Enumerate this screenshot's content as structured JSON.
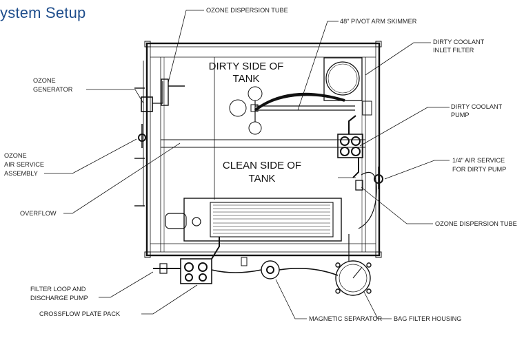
{
  "title": "ystem Setup",
  "tank_labels": {
    "dirty_line1": "DIRTY SIDE OF",
    "dirty_line2": "TANK",
    "clean_line1": "CLEAN SIDE OF",
    "clean_line2": "TANK"
  },
  "callouts": {
    "ozone_dispersion_tube_top": "OZONE DISPERSION TUBE",
    "pivot_arm_skimmer": "48\" PIVOT ARM SKIMMER",
    "dirty_coolant_inlet_filter_1": "DIRTY COOLANT",
    "dirty_coolant_inlet_filter_2": "INLET FILTER",
    "ozone_generator_1": "OZONE",
    "ozone_generator_2": "GENERATOR",
    "dirty_coolant_pump_1": "DIRTY COOLANT",
    "dirty_coolant_pump_2": "PUMP",
    "ozone_air_service_1": "OZONE",
    "ozone_air_service_2": "AIR SERVICE",
    "ozone_air_service_3": "ASSEMBLY",
    "air_service_dirty_pump_1": "1/4\" AIR SERVICE",
    "air_service_dirty_pump_2": "FOR DIRTY PUMP",
    "overflow": "OVERFLOW",
    "ozone_dispersion_tube_right": "OZONE DISPERSION TUBE",
    "filter_loop_1": "FILTER LOOP AND",
    "filter_loop_2": "DISCHARGE PUMP",
    "crossflow_plate_pack": "CROSSFLOW PLATE PACK",
    "magnetic_separator": "MAGNETIC SEPARATOR",
    "bag_filter_housing": "BAG FILTER HOUSING"
  },
  "colors": {
    "title": "#1f4e8c",
    "line": "#111111"
  }
}
